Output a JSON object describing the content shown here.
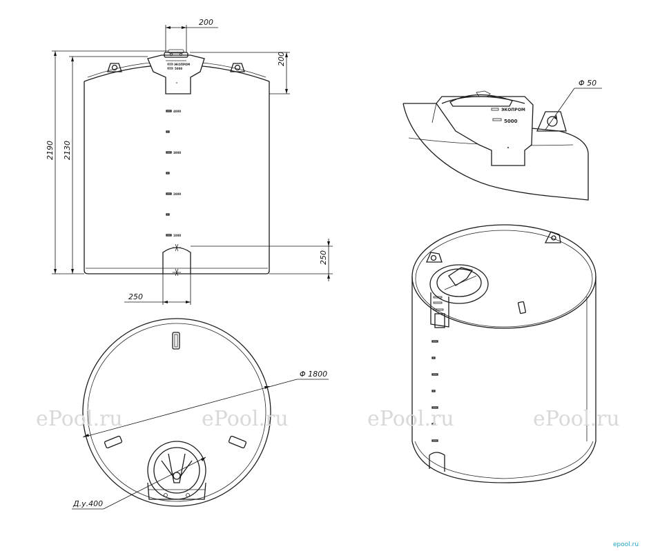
{
  "dimensions": {
    "neck_width": "200",
    "neck_height": "200",
    "total_height": "2190",
    "body_height": "2130",
    "outlet_height": "250",
    "outlet_width": "250",
    "diameter": "Φ 1800",
    "hole_diameter": "Φ 50",
    "manhole": "Д.у.400"
  },
  "scale_marks": [
    "4000",
    "3000",
    "2000",
    "1000"
  ],
  "label_volume": "5000",
  "watermark": "ePool.ru",
  "corner_logo": "epool.ru"
}
